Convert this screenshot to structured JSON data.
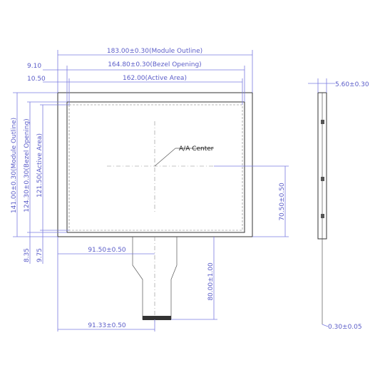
{
  "dimensions": {
    "module_outline_width": "183.00±0.30(Module Outline)",
    "bezel_opening_width": "164.80±0.30(Bezel Opening)",
    "active_area_width": "162.00(Active Area)",
    "left_offset_bezel": "9.10",
    "left_offset_active": "10.50",
    "module_outline_height": "141.00±0.30(Module Outline)",
    "bezel_opening_height": "124.30±0.30(Bezel Opening)",
    "active_area_height": "121.50(Active Area)",
    "bottom_offset_bezel": "8.35",
    "bottom_offset_active": "9.75",
    "aa_center_label": "A/A Center",
    "aa_center_x": "91.50±0.50",
    "aa_center_y": "70.50±0.50",
    "fpc_length": "80.00±1.00",
    "fpc_x": "91.33±0.50",
    "thickness": "5.60±0.30",
    "fpc_thickness": "0.30±0.05"
  }
}
